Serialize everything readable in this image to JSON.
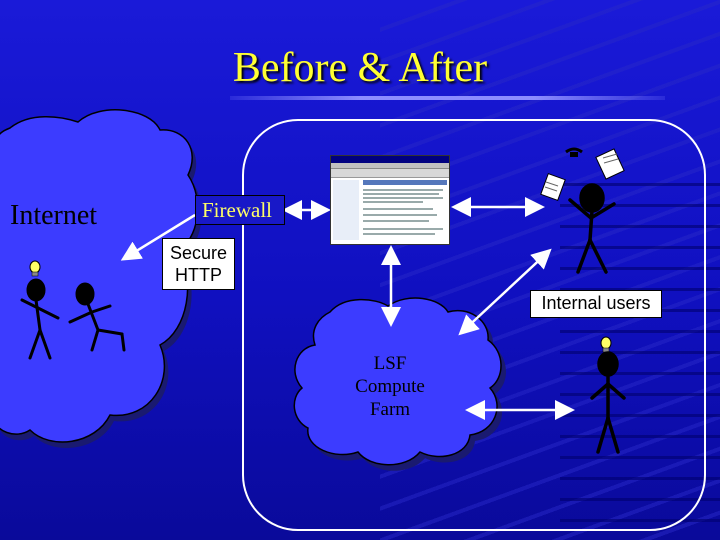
{
  "title": "Before & After",
  "labels": {
    "internet": "Internet",
    "firewall": "Firewall",
    "secure_http": "Secure HTTP",
    "internal_users": "Internal users",
    "lsf_compute_farm": "LSF Compute Farm"
  },
  "colors": {
    "background": "#1414cc",
    "title": "#ffff33",
    "cloud": "#3c3cff",
    "firewall_text": "#ffff66",
    "lines": "#ffffff"
  },
  "icons": [
    "lightbulb-icon",
    "stick-figure-icon",
    "web-page-screenshot",
    "phone-icon",
    "papers-icon"
  ]
}
